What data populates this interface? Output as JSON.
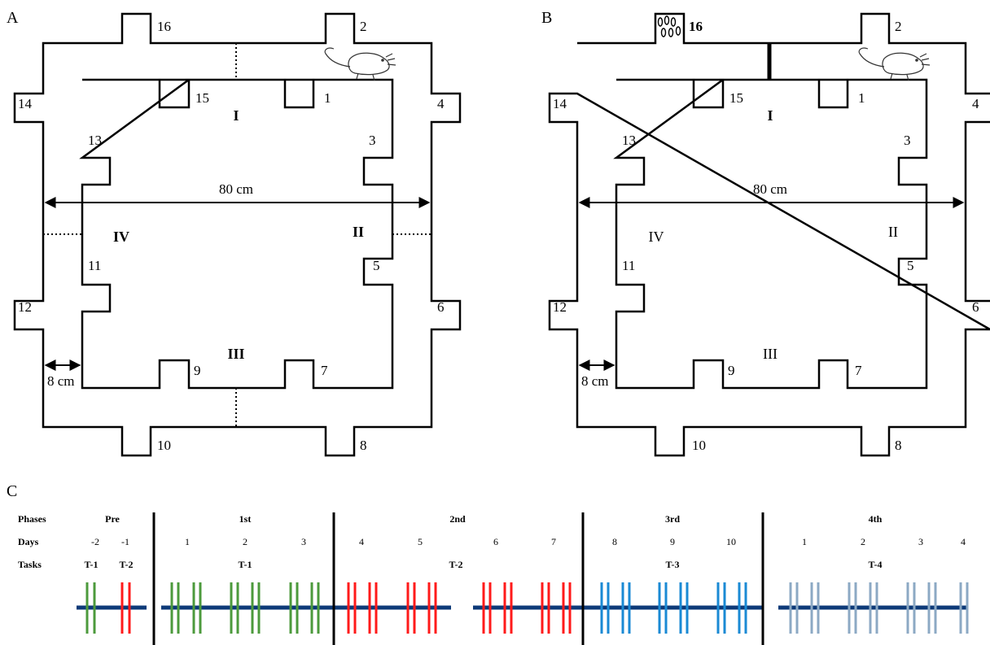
{
  "panels": {
    "a": "A",
    "b": "B",
    "c": "C"
  },
  "maze": {
    "arm_numbers": [
      "1",
      "2",
      "3",
      "4",
      "5",
      "6",
      "7",
      "8",
      "9",
      "10",
      "11",
      "12",
      "13",
      "14",
      "15",
      "16"
    ],
    "quadrants": {
      "I": "I",
      "II": "II",
      "III": "III",
      "IV": "IV"
    },
    "width_label": "80 cm",
    "corridor_label": "8 cm",
    "panel_a_quadrant_style": "bold",
    "panel_b_quadrant_style": "regular",
    "panel_b_bold_labels": [
      "16",
      "I"
    ]
  },
  "timeline": {
    "row_labels": {
      "phases": "Phases",
      "days": "Days",
      "tasks": "Tasks"
    },
    "phases": [
      "Pre",
      "1st",
      "2nd",
      "3rd",
      "4th"
    ],
    "days": [
      "-2",
      "-1",
      "1",
      "2",
      "3",
      "4",
      "5",
      "6",
      "7",
      "8",
      "9",
      "10",
      "1",
      "2",
      "3",
      "4"
    ],
    "tasks": [
      "T-1",
      "T-2",
      "T-1",
      "T-2",
      "T-3",
      "T-4"
    ],
    "colors": {
      "T-1": "#4c9a3c",
      "T-2": "#ff1a1a",
      "T-3": "#1a8ad4",
      "T-4": "#8ca9c4",
      "axis": "#0d3a78"
    }
  }
}
